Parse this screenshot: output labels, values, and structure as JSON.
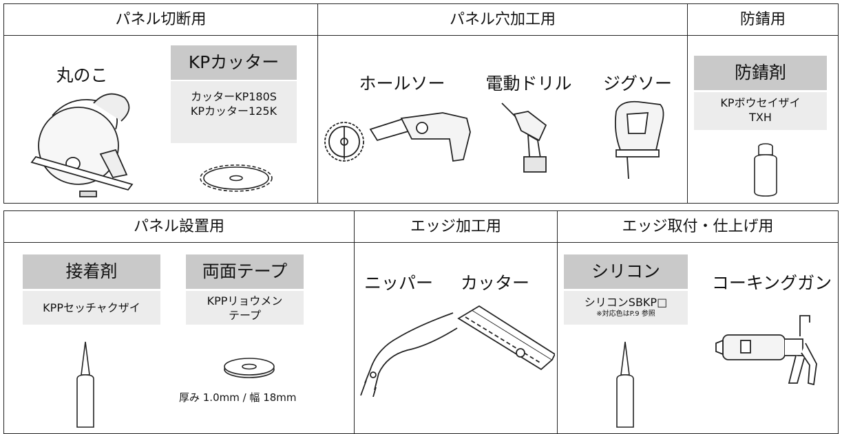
{
  "top": {
    "headers": {
      "cut": "パネル切断用",
      "hole": "パネル穴加工用",
      "rust": "防錆用"
    },
    "cut": {
      "saw_label": "丸のこ",
      "kp_title": "KPカッター",
      "kp_lines": [
        "カッターKP180S",
        "KPカッター125K"
      ]
    },
    "hole": {
      "holesaw": "ホールソー",
      "drill": "電動ドリル",
      "jigsaw": "ジグソー"
    },
    "rust": {
      "title": "防錆剤",
      "lines": [
        "KPボウセイザイ",
        "TXH"
      ]
    }
  },
  "bottom": {
    "headers": {
      "install": "パネル設置用",
      "edge": "エッジ加工用",
      "finish": "エッジ取付・仕上げ用"
    },
    "install": {
      "adhesive_title": "接着剤",
      "adhesive_line": "KPPセッチャクザイ",
      "tape_title": "両面テープ",
      "tape_lines": [
        "KPPリョウメン",
        "テープ"
      ],
      "tape_spec": "厚み 1.0mm / 幅 18mm"
    },
    "edge": {
      "nipper": "ニッパー",
      "cutter": "カッター"
    },
    "finish": {
      "silicone_title": "シリコン",
      "silicone_line": "シリコンSBKP□",
      "silicone_note": "※対応色はP.9 参照",
      "gun": "コーキングガン"
    }
  }
}
